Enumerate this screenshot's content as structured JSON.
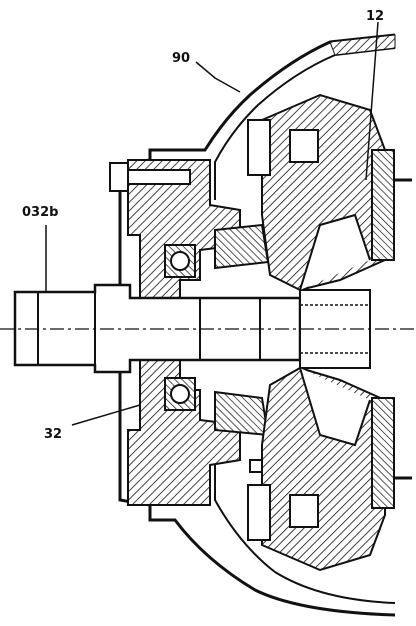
{
  "drawing": {
    "callouts": [
      {
        "id": "c12",
        "text": "12"
      },
      {
        "id": "c90",
        "text": "90"
      },
      {
        "id": "c032b",
        "text": "032b"
      },
      {
        "id": "c32",
        "text": "32"
      }
    ]
  }
}
